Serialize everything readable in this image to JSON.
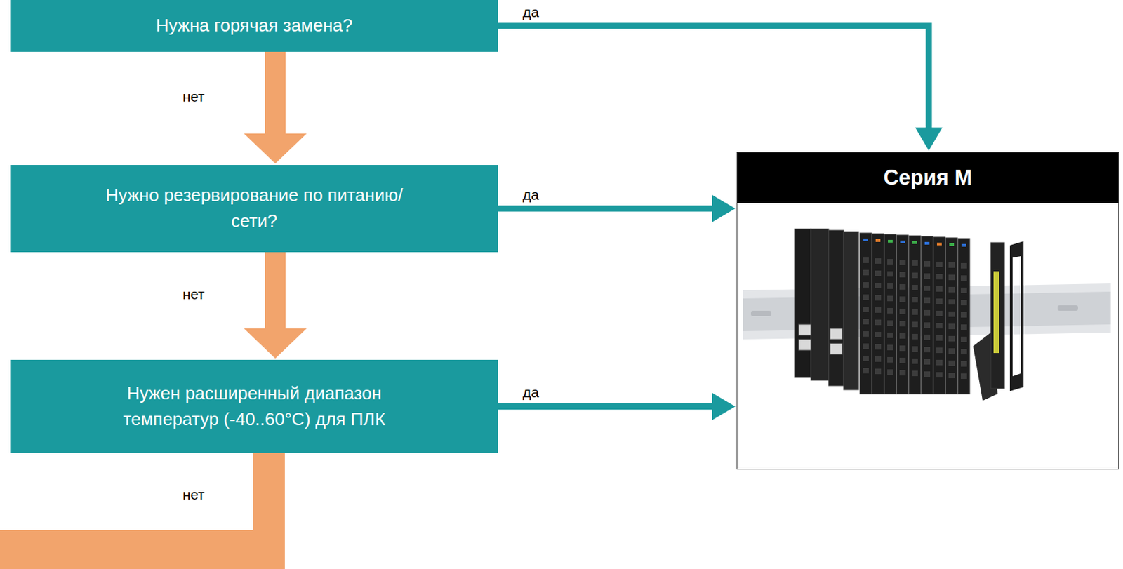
{
  "diagram": {
    "nodes": [
      {
        "text": [
          "Нужна горячая замена?"
        ]
      },
      {
        "text": [
          "Нужно резервирование по питанию/сети?"
        ]
      },
      {
        "text": [
          "Нужен расширенный диапазон температур (-40..60°C) для ПЛК"
        ]
      },
      {
        "text": [
          "Серия M"
        ]
      }
    ],
    "edges": [
      {
        "from": 0,
        "to": 3,
        "label": "да",
        "arrow": "to"
      },
      {
        "from": 1,
        "to": 3,
        "label": "да",
        "arrow": "to"
      },
      {
        "from": 2,
        "to": 3,
        "label": "да",
        "arrow": "to"
      },
      {
        "from": 0,
        "to": 1,
        "label": "нет",
        "arrow": "to"
      },
      {
        "from": 1,
        "to": 2,
        "label": "нет",
        "arrow": "to"
      }
    ],
    "labels": [
      "нет"
    ]
  }
}
